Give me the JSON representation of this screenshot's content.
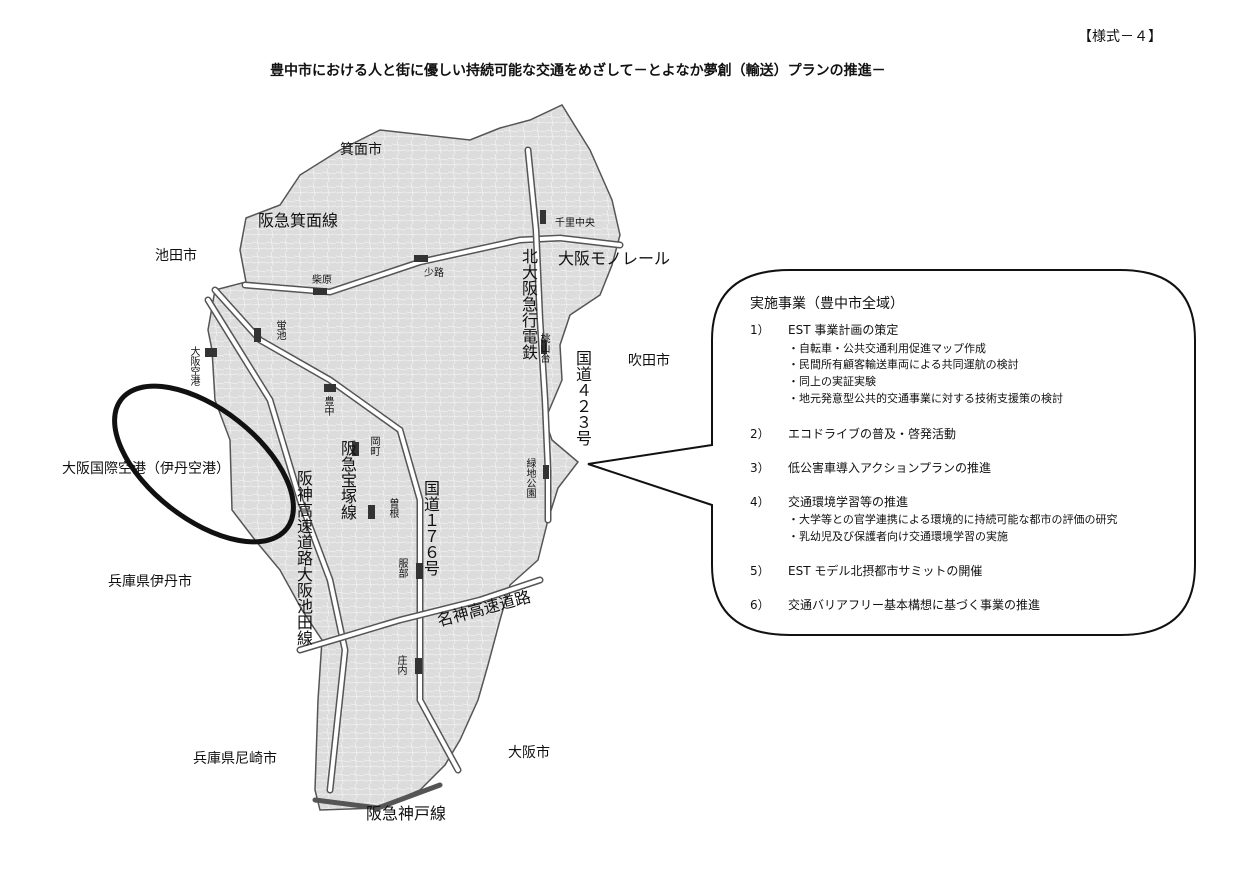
{
  "form_label": "【様式－４】",
  "title": "豊中市における人と街に優しい持続可能な交通をめざして－とよなか夢創（輸送）プランの推進－",
  "map": {
    "neighbors": [
      "箕面市",
      "池田市",
      "吹田市",
      "兵庫県伊丹市",
      "兵庫県尼崎市",
      "大阪市"
    ],
    "airport_label": "大阪国際空港（伊丹空港）",
    "lines": {
      "hankyu_minoo": "阪急箕面線",
      "osaka_monorail": "大阪モノレール",
      "kita_osaka_kyuko": "北大阪急行電鉄",
      "route_423": "国道４２３号",
      "hankyu_takarazuka": "阪急宝塚線",
      "hanshin_expressway_ikeda": "阪神高速道路大阪池田線",
      "route_176": "国道１７６号",
      "meishin_expressway": "名神高速道路",
      "hankyu_kobe": "阪急神戸線"
    },
    "stations": {
      "senri_chuo": "千里中央",
      "shoji": "少路",
      "shibahara": "柴原",
      "ishibashi": "蛍池",
      "osaka_airport": "大阪空港",
      "momoyamadai": "桃山台",
      "toyonaka": "豊中",
      "okamachi": "岡町",
      "sone": "曽根",
      "ryokuchi_koen": "緑地公園",
      "hattori": "服部",
      "shonai": "庄内"
    }
  },
  "callout": {
    "heading": "実施事業（豊中市全域）",
    "items": [
      {
        "num": "1）",
        "text": "EST 事業計画の策定",
        "subs": [
          "・自転車・公共交通利用促進マップ作成",
          "・民間所有顧客輸送車両による共同運航の検討",
          "・同上の実証実験",
          "・地元発意型公共的交通事業に対する技術支援策の検討"
        ]
      },
      {
        "num": "2）",
        "text": "エコドライブの普及・啓発活動"
      },
      {
        "num": "3）",
        "text": "低公害車導入アクションプランの推進"
      },
      {
        "num": "4）",
        "text": "交通環境学習等の推進",
        "subs": [
          "・大学等との官学連携による環境的に持続可能な都市の評価の研究",
          "・乳幼児及び保護者向け交通環境学習の実施"
        ]
      },
      {
        "num": "5）",
        "text": "EST モデル北摂都市サミットの開催"
      },
      {
        "num": "6）",
        "text": "交通バリアフリー基本構想に基づく事業の推進"
      }
    ]
  },
  "colors": {
    "map_fill": "#dcdcdc",
    "map_edge": "#555555",
    "rail": "#ffffff",
    "station": "#333333"
  }
}
